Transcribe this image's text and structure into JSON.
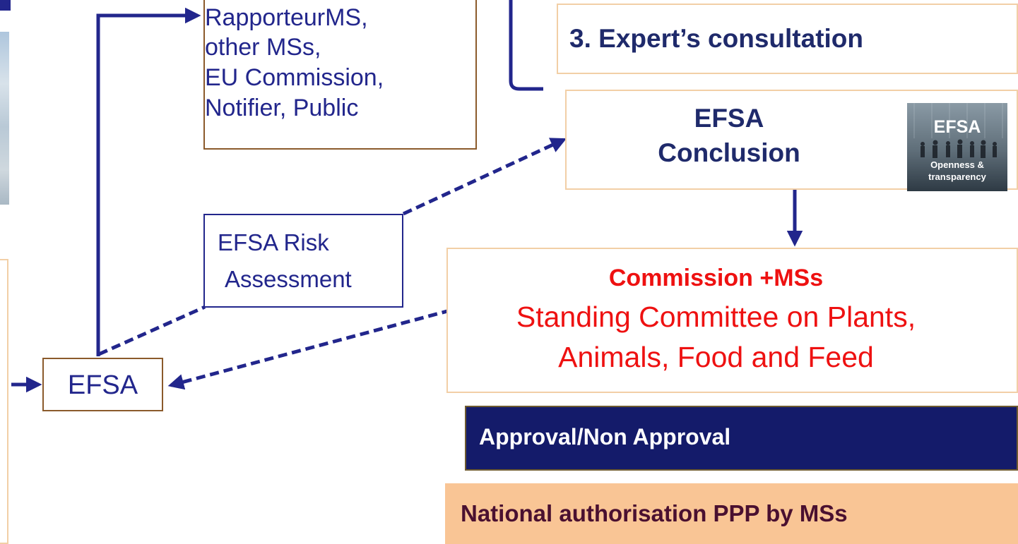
{
  "colors": {
    "arrow": "#22268c",
    "box_border_brown": "#8b5a2b",
    "box_border_peach": "#f2cfa6",
    "box_border_blue": "#22268c",
    "dark_title": "#1f2a6b",
    "red_text": "#ee1111",
    "approval_bg": "#141b6a",
    "national_bg": "#f9c595",
    "national_text": "#4a1030"
  },
  "recipients": {
    "lines": [
      "RapporteurMS,",
      "other MSs,",
      "EU Commission,",
      "Notifier, Public"
    ]
  },
  "expert": {
    "label": "3. Expert’s consultation"
  },
  "conclusion": {
    "line1": "EFSA",
    "line2": "Conclusion",
    "badge": {
      "title": "EFSA",
      "line1": "Openness &",
      "line2": "transparency"
    }
  },
  "risk": {
    "line1": "EFSA Risk",
    "line2": "Assessment"
  },
  "commission": {
    "title": "Commission +MSs",
    "line1": "Standing Committee on Plants,",
    "line2": "Animals, Food and Feed"
  },
  "efsa_box": {
    "label": "EFSA"
  },
  "approval": {
    "label": "Approval/Non Approval"
  },
  "national": {
    "label": "National authorisation PPP by MSs"
  }
}
